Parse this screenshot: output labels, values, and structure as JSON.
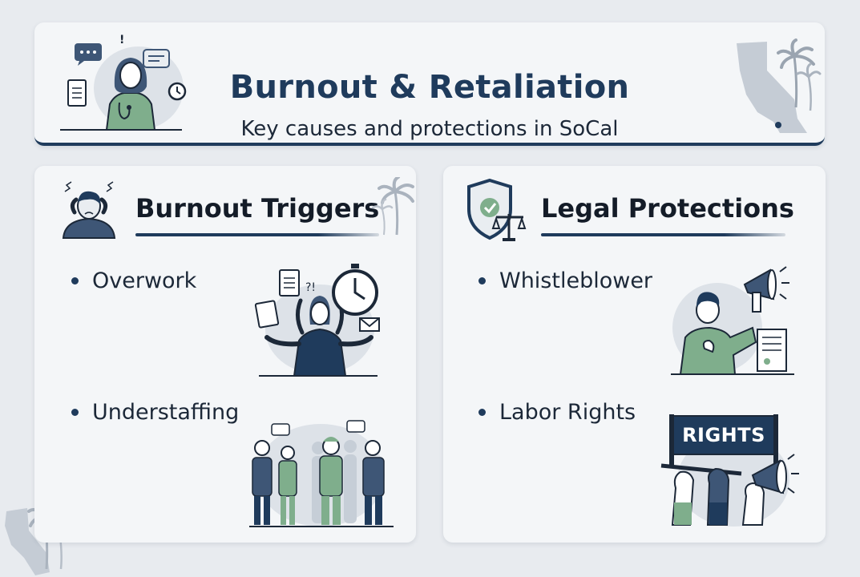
{
  "header": {
    "title": "Burnout & Retaliation",
    "subtitle": "Key causes and protections in SoCal"
  },
  "left_panel": {
    "title": "Burnout Triggers",
    "items": [
      {
        "label": "Overwork",
        "icon": "juggling-worker-illustration"
      },
      {
        "label": "Understaffing",
        "icon": "staff-group-illustration"
      }
    ]
  },
  "right_panel": {
    "title": "Legal Protections",
    "items": [
      {
        "label": "Whistleblower",
        "icon": "megaphone-person-illustration"
      },
      {
        "label": "Labor Rights",
        "icon": "raised-fists-illustration"
      }
    ],
    "sign_text": "RIGHTS"
  },
  "colors": {
    "navy": "#1f3b5c",
    "green": "#7fae8c",
    "slate": "#3e5676",
    "light_gray": "#c9d0d8",
    "background": "#e8ebef"
  }
}
